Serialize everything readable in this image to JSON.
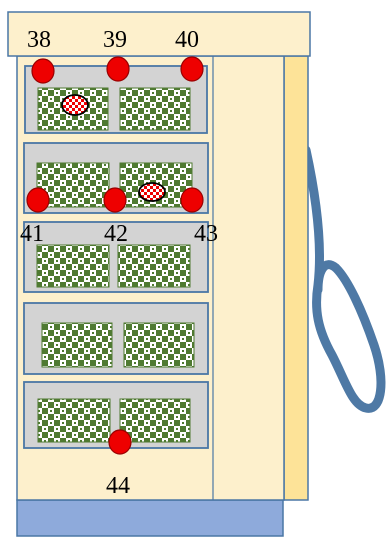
{
  "colors": {
    "cabinet_fill": "#fdf0cc",
    "cabinet_stroke": "#4a77a5",
    "side_panel": "#fde398",
    "base_fill": "#8eaadb",
    "drawer_fill": "#d3d3d3",
    "tile_green": "#4f7a31",
    "tile_white": "#ffffff",
    "marker_red": "#ee0000",
    "marker_stroke": "#990000",
    "cable": "#4e79a5"
  },
  "diagram": {
    "drawer_count": 5,
    "tiles_per_drawer": 2,
    "point_markers": [
      {
        "id": "38",
        "label": "38"
      },
      {
        "id": "39",
        "label": "39"
      },
      {
        "id": "40",
        "label": "40"
      },
      {
        "id": "41",
        "label": "41"
      },
      {
        "id": "42",
        "label": "42"
      },
      {
        "id": "43",
        "label": "43"
      },
      {
        "id": "44",
        "label": "44"
      }
    ],
    "patterned_markers": 2
  }
}
